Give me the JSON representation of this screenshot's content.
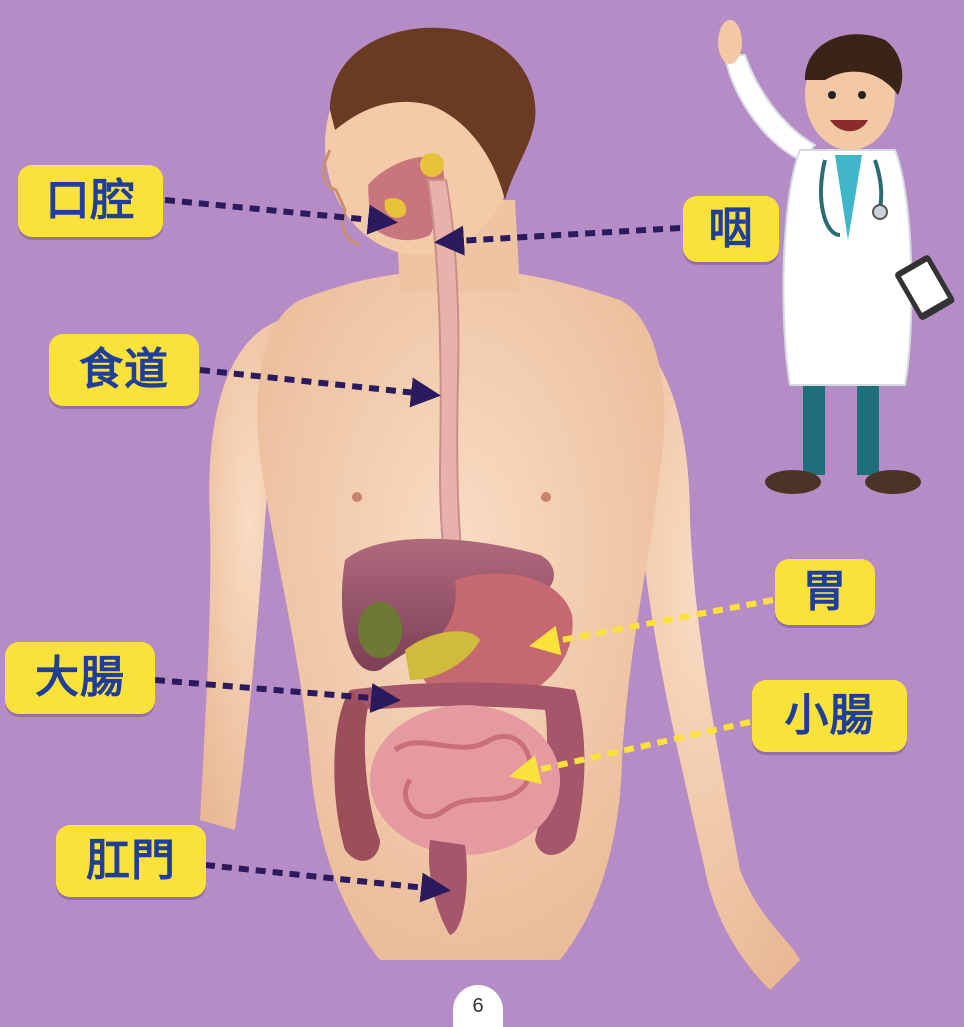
{
  "labels": {
    "mouth": "口腔",
    "pharynx": "咽",
    "esophagus": "食道",
    "stomach": "胃",
    "large_intestine": "大腸",
    "small_intestine": "小腸",
    "anus": "肛門"
  },
  "page_number": "6",
  "colors": {
    "background": "#b58cc5",
    "label_fill": "#fbe23a",
    "label_text": "#1f3f9b",
    "arrow_dark": "#2b1b5e",
    "arrow_yellow": "#fbe23a"
  }
}
